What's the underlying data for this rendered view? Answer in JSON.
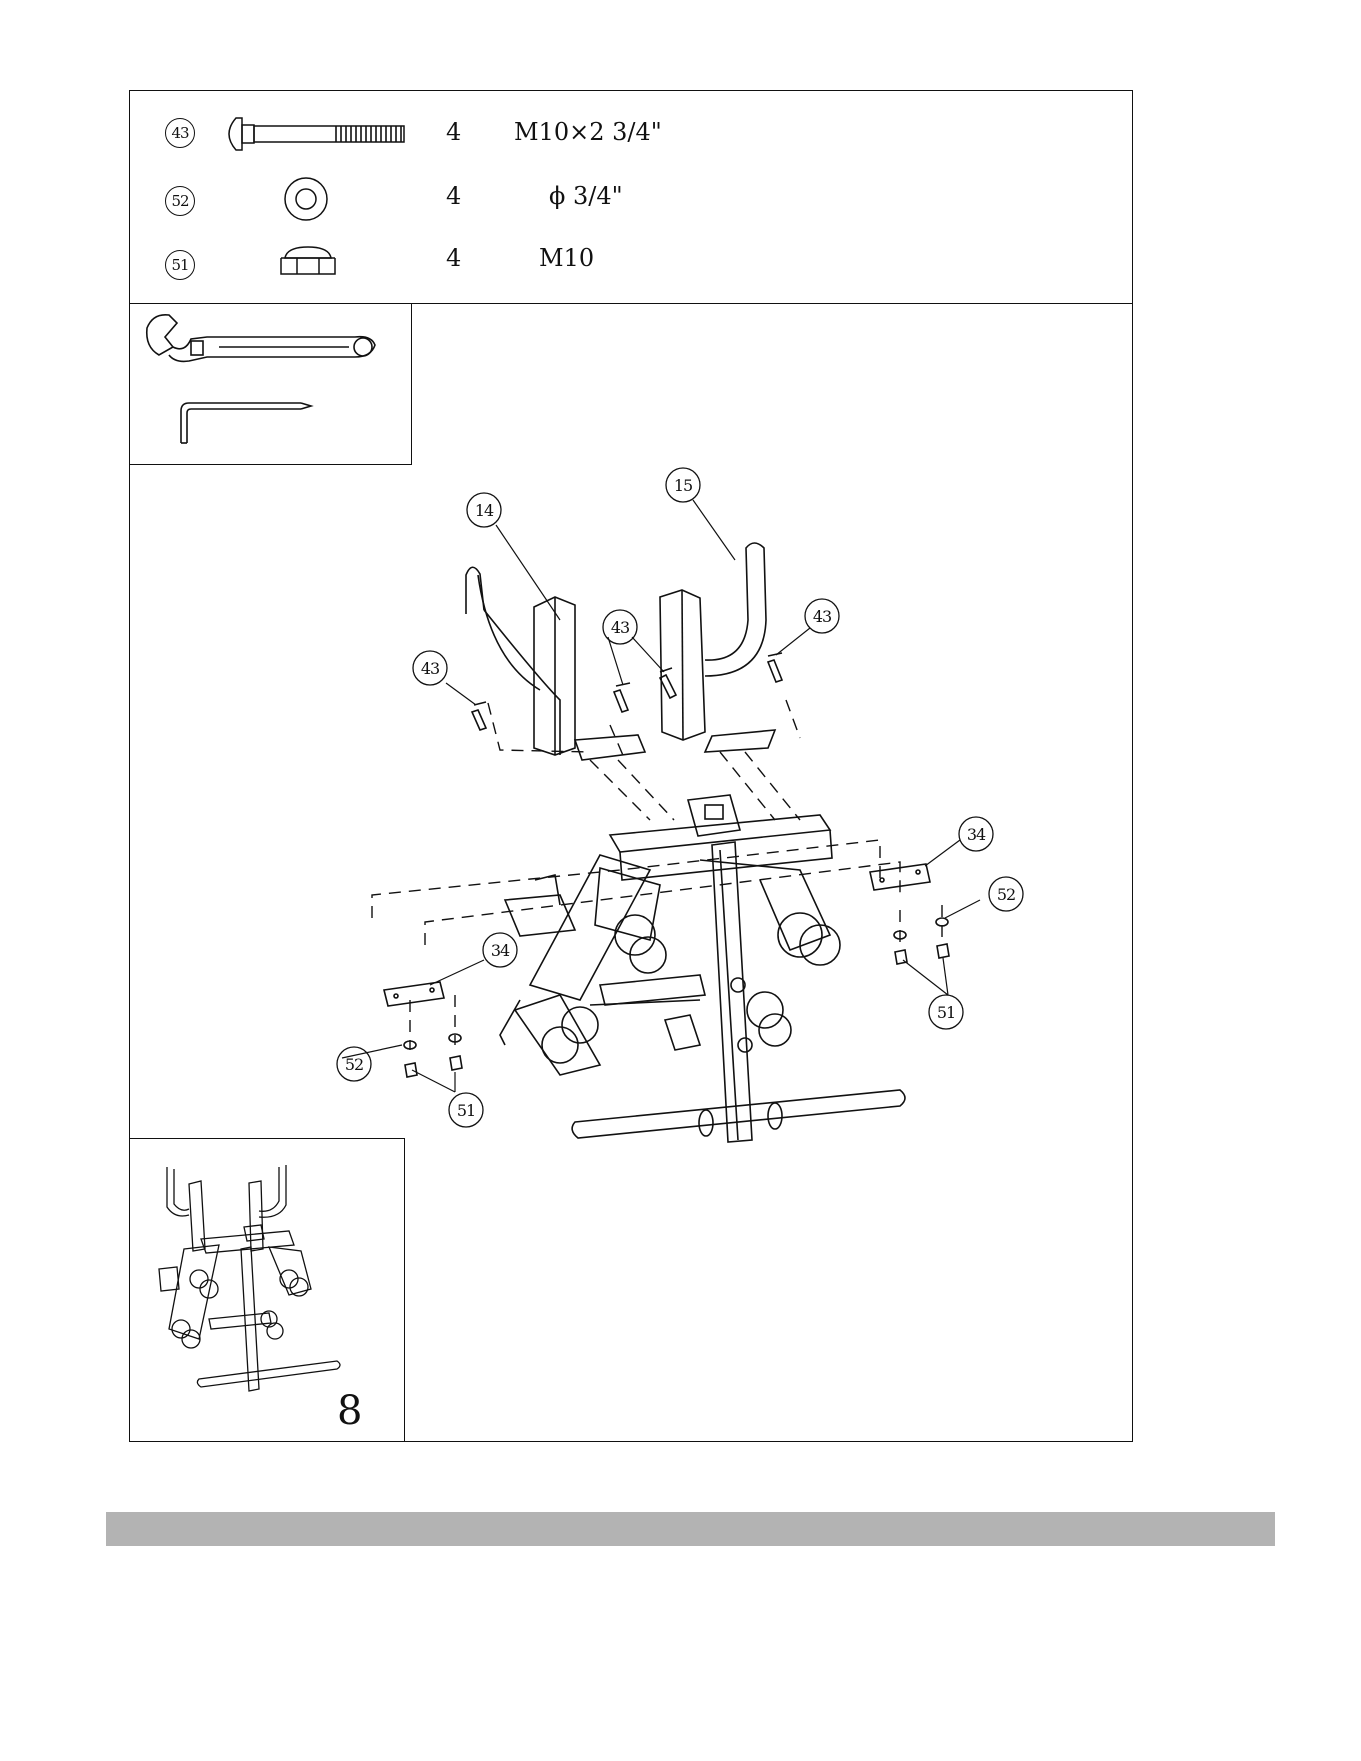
{
  "parts": [
    {
      "id": "43",
      "qty": "4",
      "spec": "M10×2 3/4\"",
      "icon": "carriage-bolt-icon"
    },
    {
      "id": "52",
      "qty": "4",
      "spec": "ϕ 3/4\"",
      "icon": "washer-icon"
    },
    {
      "id": "51",
      "qty": "4",
      "spec": "M10",
      "icon": "nylon-lock-nut-icon"
    }
  ],
  "tools": [
    "adjustable-wrench-icon",
    "allen-key-icon"
  ],
  "callouts": {
    "c14": "14",
    "c15": "15",
    "c43a": "43",
    "c43b": "43",
    "c43c": "43",
    "c34a": "34",
    "c34b": "34",
    "c52a": "52",
    "c52b": "52",
    "c51a": "51",
    "c51b": "51"
  },
  "step": "8",
  "colors": {
    "line": "#111111",
    "footer_bar": "#b3b3b3"
  }
}
